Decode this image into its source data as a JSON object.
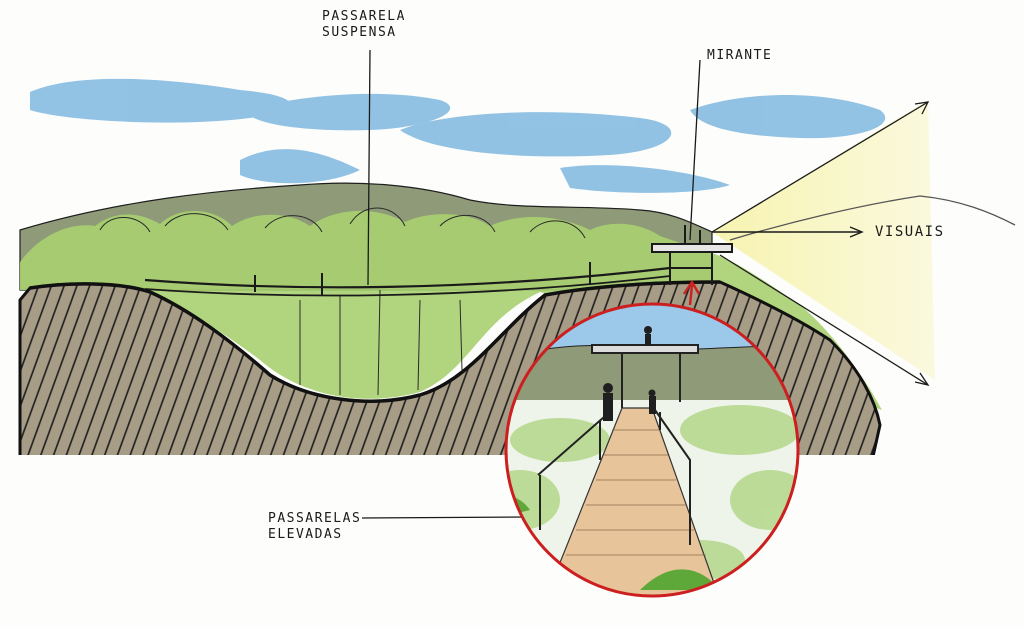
{
  "labels": {
    "suspended_walkway": [
      "PASSARELA",
      "SUSPENSA"
    ],
    "lookout": "MIRANTE",
    "views": "VISUAIS",
    "elevated_walkways": [
      "PASSARELAS",
      "ELEVADAS"
    ]
  },
  "colors": {
    "sky": "#7fb8e0",
    "hills": "#8f9a78",
    "vegetation": "#a8d070",
    "soil": "#a79c86",
    "deck": "#e8c49a",
    "detail_circle": "#cc1f1f",
    "light_cone": "#f3f0b5"
  }
}
